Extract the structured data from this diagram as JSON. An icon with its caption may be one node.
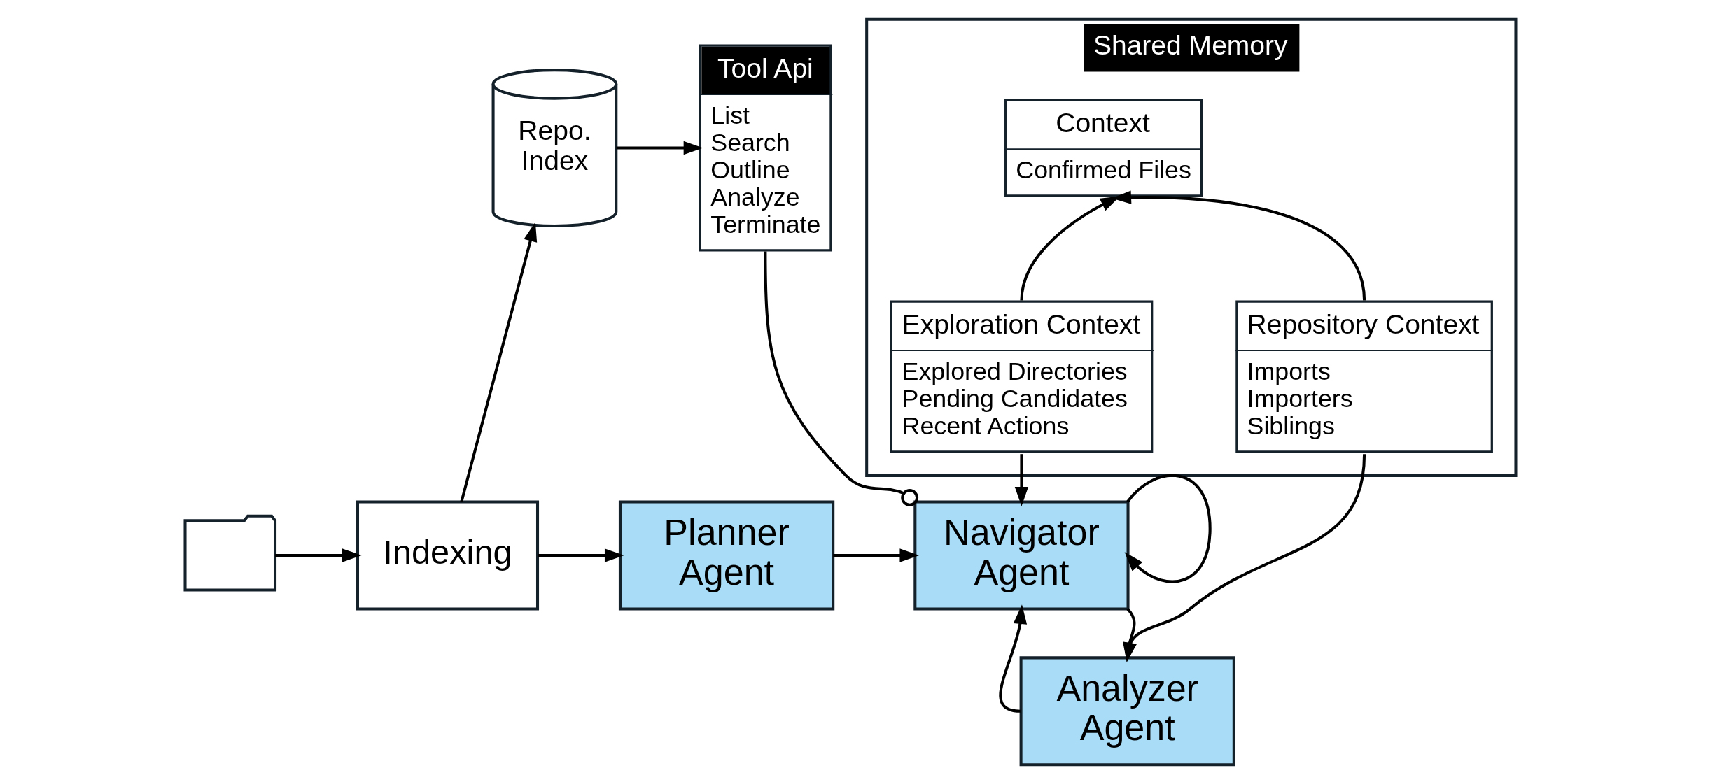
{
  "diagram": {
    "nodes": [
      {
        "text": [],
        "shape": "folder"
      },
      {
        "text": [
          "Indexing"
        ]
      },
      {
        "text": [
          "Repo. Index"
        ]
      },
      {
        "text": [
          "Tool Api",
          "List",
          "Search",
          "Outline",
          "Analyze",
          "Terminate"
        ]
      },
      {
        "text": [
          "Planner Agent"
        ]
      },
      {
        "text": [
          "Navigator Agent"
        ]
      },
      {
        "text": [
          "Analyzer Agent"
        ]
      },
      {
        "text": [
          "Shared Memory"
        ]
      },
      {
        "text": [
          "Context",
          "Confirmed Files"
        ],
        "in": 7
      },
      {
        "text": [
          "Exploration Context",
          "Explored Directories",
          "Pending Candidates",
          "Recent Actions"
        ],
        "in": 7
      },
      {
        "text": [
          "Repository Context",
          "Imports",
          "Importers",
          "Siblings"
        ],
        "in": 7
      }
    ],
    "edges": [
      {
        "from": 0,
        "to": 1,
        "arrow": "to"
      },
      {
        "from": 1,
        "to": 2,
        "arrow": "to"
      },
      {
        "from": 2,
        "to": 3,
        "arrow": "to"
      },
      {
        "from": 1,
        "to": 4,
        "arrow": "to"
      },
      {
        "from": 4,
        "to": 5,
        "arrow": "to"
      },
      {
        "from": 3,
        "to": 5,
        "arrow": "other"
      },
      {
        "from": 9,
        "to": 8,
        "arrow": "to"
      },
      {
        "from": 10,
        "to": 8,
        "arrow": "to"
      },
      {
        "from": 9,
        "to": 5,
        "arrow": "to"
      },
      {
        "from": 10,
        "to": 6,
        "arrow": "to"
      },
      {
        "from": 5,
        "to": 5,
        "arrow": "to"
      },
      {
        "from": 5,
        "to": 6,
        "arrow": "to"
      },
      {
        "from": 6,
        "to": 5,
        "arrow": "to"
      }
    ]
  }
}
